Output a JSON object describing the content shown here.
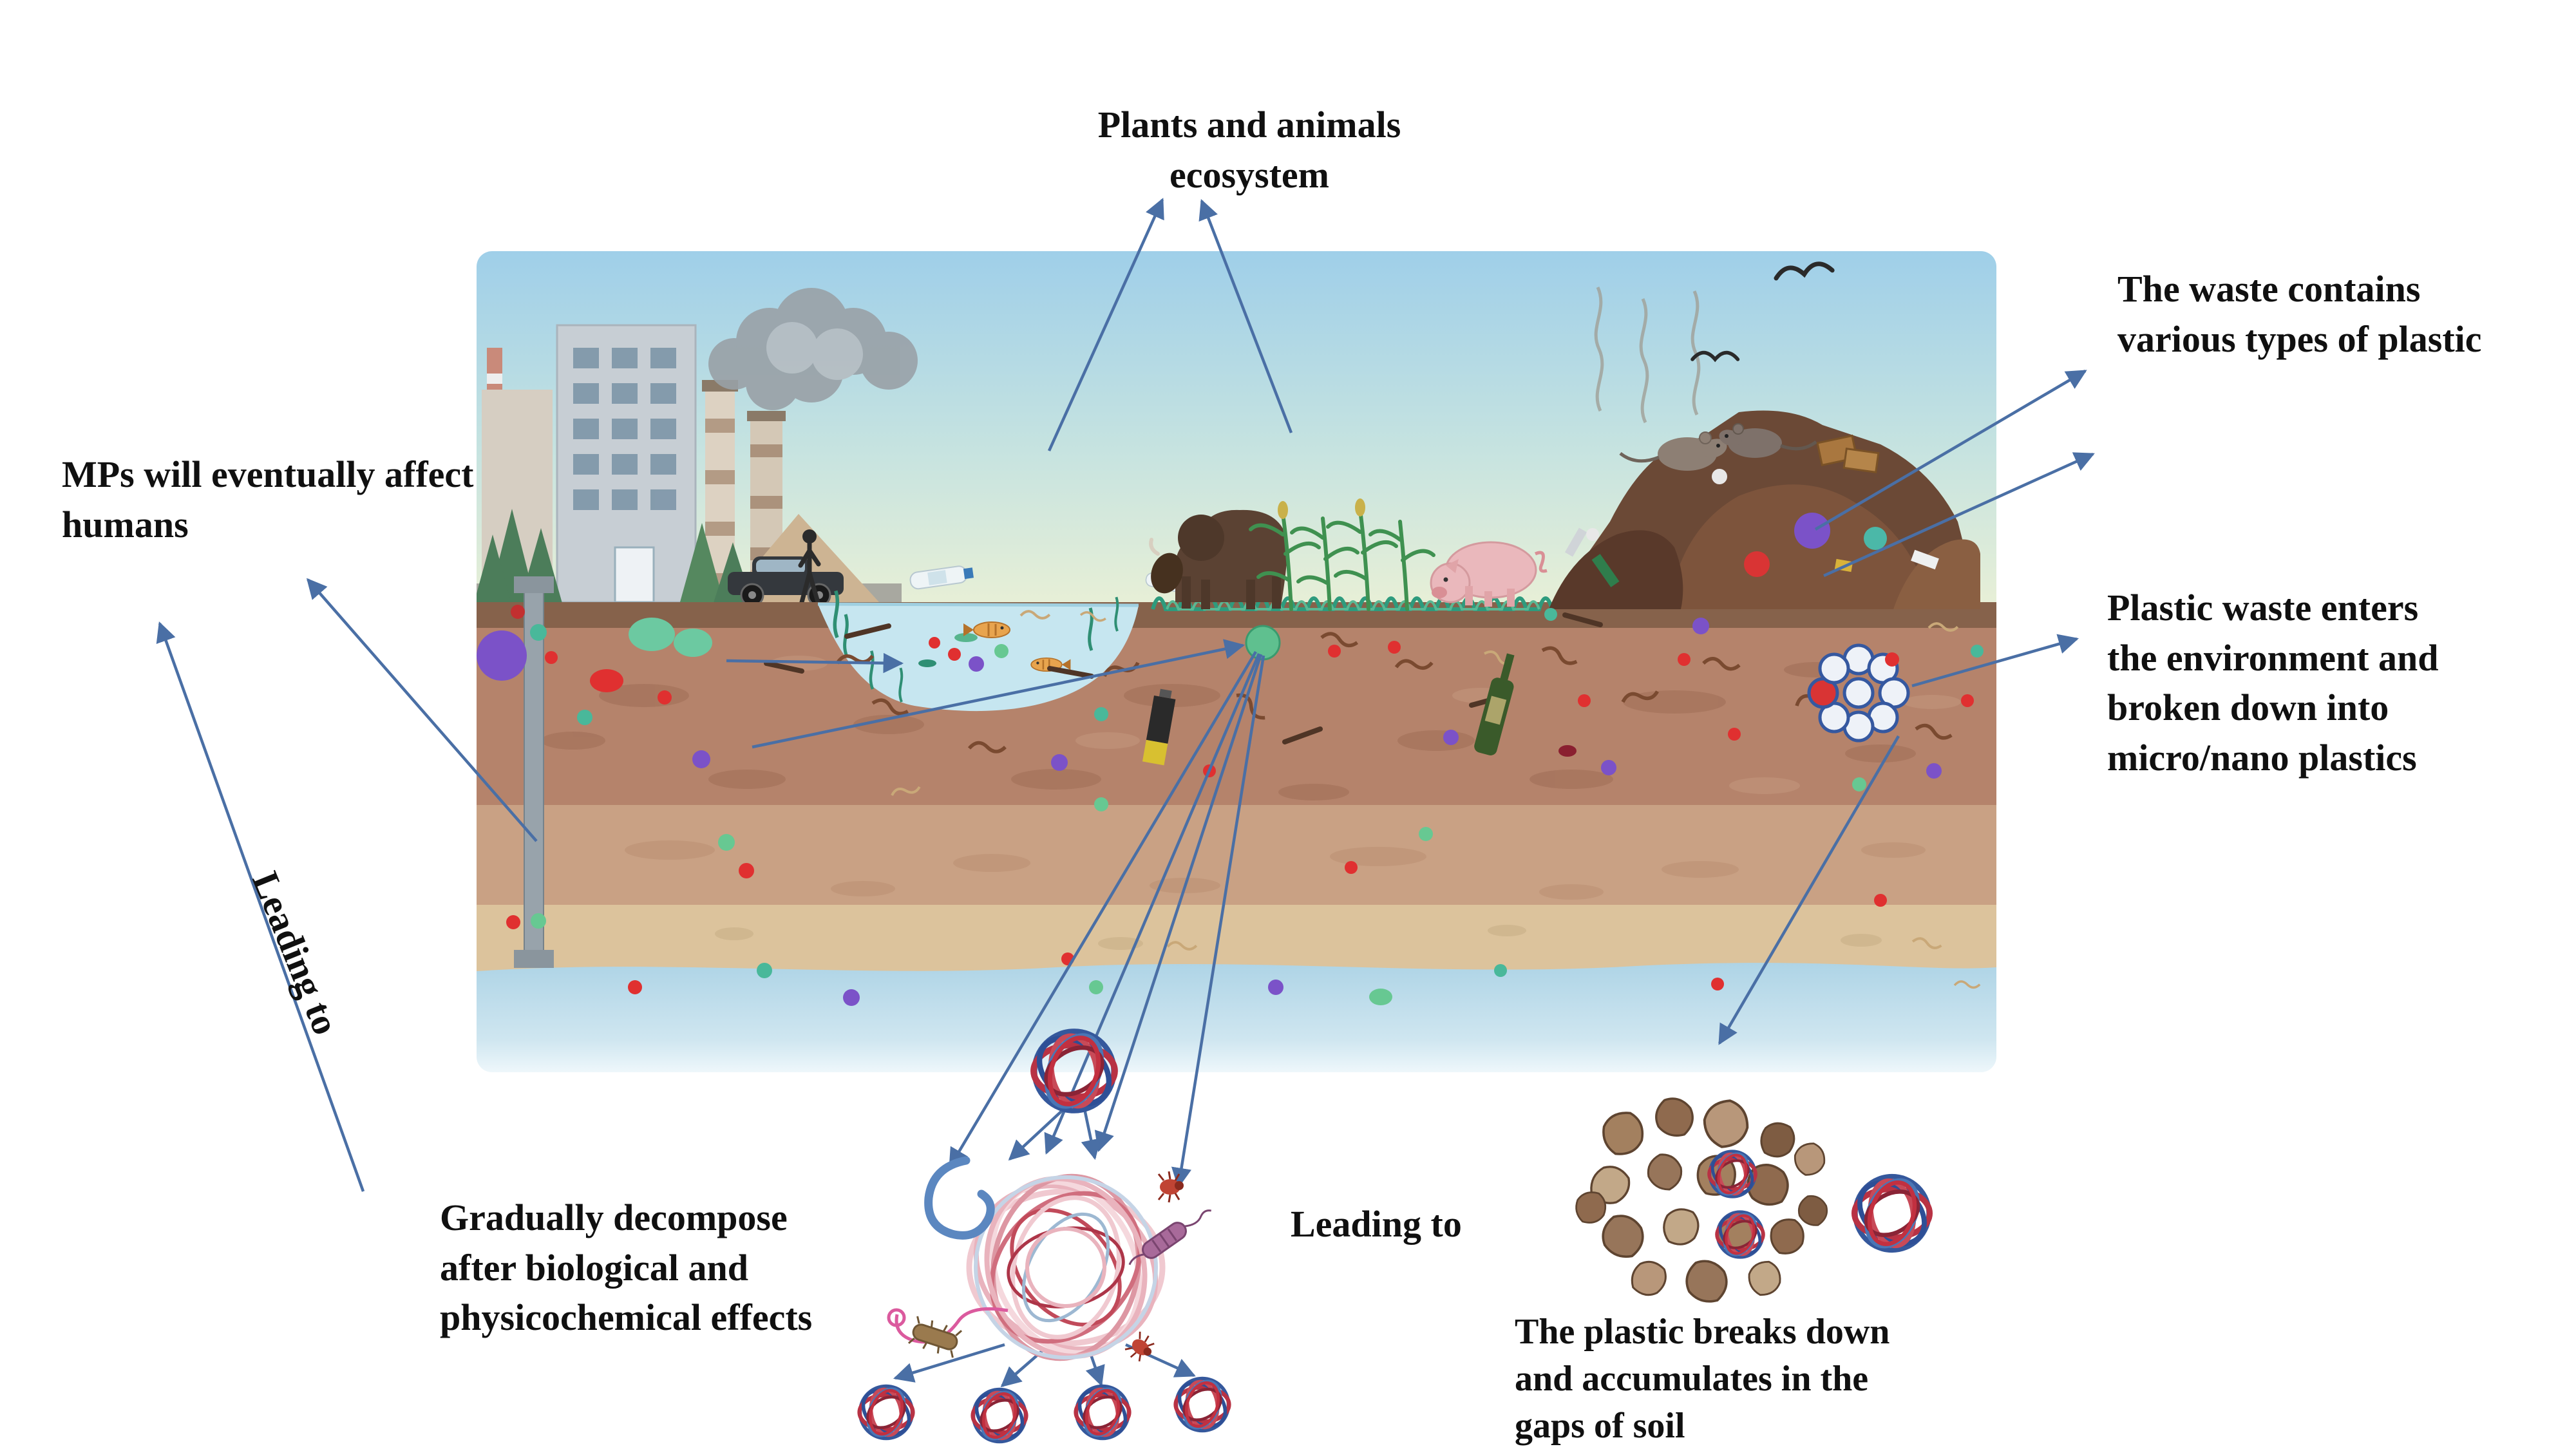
{
  "labels": {
    "ecosystem": "Plants and animals\necosystem",
    "mps_humans": "MPs will eventually affect\nhumans",
    "leading_to_left": "Leading to",
    "waste_contains": "The waste contains\nvarious types of plastic",
    "plastic_enters": "Plastic waste enters\nthe environment and\nbroken down into\nmicro/nano plastics",
    "decompose": "Gradually decompose\nafter biological and\nphysicochemical effects",
    "leading_to_bottom": "Leading to",
    "breaks_down": "The plastic breaks down\nand accumulates in the\ngaps of  soil"
  },
  "colors": {
    "arrow": "#4a6fa5",
    "text": "#101010",
    "microplastic_red": "#e03030",
    "microplastic_purple": "#7b52c8",
    "microplastic_green": "#67c892",
    "microplastic_teal": "#49b89a",
    "sky_top": "#9fcfe9",
    "soil": "#b5836b",
    "groundwater": "#b5d9e9"
  }
}
